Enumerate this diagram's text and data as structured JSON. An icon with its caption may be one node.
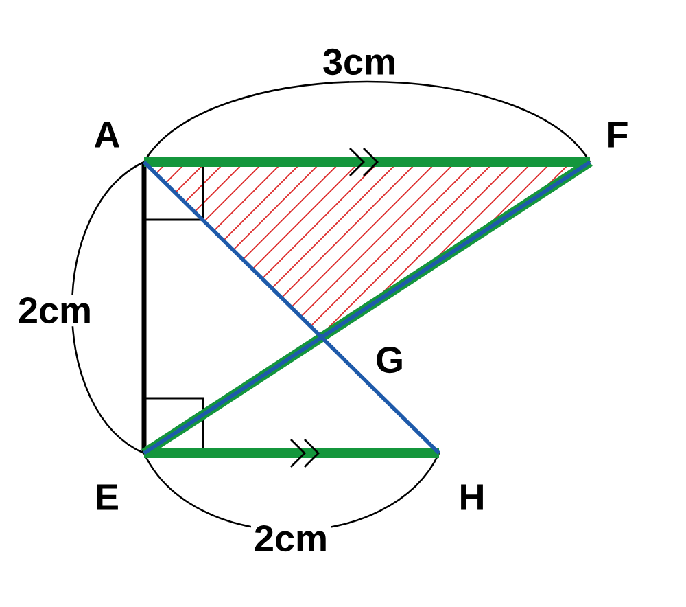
{
  "diagram": {
    "labels": [
      "3cm",
      "A",
      "F",
      "2cm",
      "G",
      "E",
      "H",
      "2cm"
    ]
  }
}
